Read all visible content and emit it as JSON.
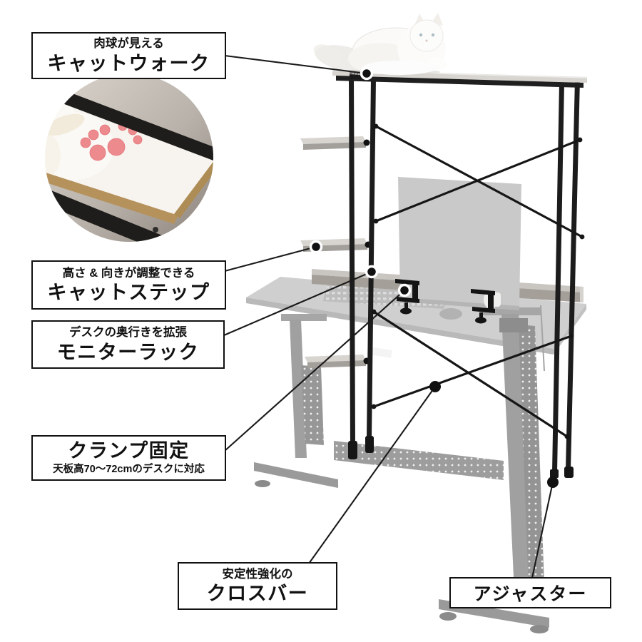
{
  "labels": {
    "catwalk": {
      "sub": "肉球が見える",
      "main": "キャットウォーク"
    },
    "cat_step": {
      "sub": "高さ & 向きが調整できる",
      "main": "キャットステップ"
    },
    "monitor_rack": {
      "sub": "デスクの奥行きを拡張",
      "main": "モニターラック"
    },
    "clamp": {
      "main": "クランプ固定",
      "sub": "天板高70〜72cmのデスクに対応"
    },
    "crossbar": {
      "sub": "安定性強化の",
      "main": "クロスバー"
    },
    "adjuster": {
      "main": "アジャスター"
    }
  },
  "colors": {
    "callout_line": "#1a1a1a",
    "frame_black": "#1c1c1c",
    "shelf_gray": "#d8d5d1",
    "rack_gray": "#a49f99",
    "desk_faded_gray": "#cfcfcf",
    "paw_pad_pink": "#ec8a8e",
    "wood_edge": "#b5915c",
    "label_border": "#111111",
    "background": "#ffffff"
  }
}
